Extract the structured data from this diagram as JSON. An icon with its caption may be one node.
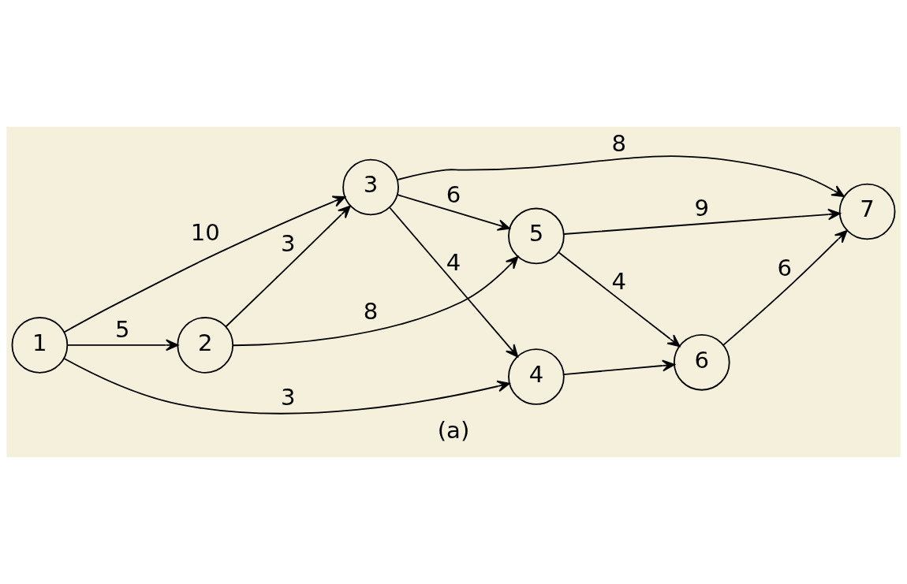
{
  "diagram": {
    "caption": "(a)",
    "nodes": [
      {
        "text": [
          "1"
        ]
      },
      {
        "text": [
          "2"
        ]
      },
      {
        "text": [
          "3"
        ]
      },
      {
        "text": [
          "4"
        ]
      },
      {
        "text": [
          "5"
        ]
      },
      {
        "text": [
          "6"
        ]
      },
      {
        "text": [
          "7"
        ]
      }
    ],
    "edges": [
      {
        "from": 0,
        "to": 1,
        "arrow": "to",
        "label": "5"
      },
      {
        "from": 1,
        "to": 4,
        "arrow": "to",
        "label": "8"
      },
      {
        "from": 1,
        "to": 2,
        "arrow": "to",
        "label": "3"
      },
      {
        "from": 0,
        "to": 2,
        "arrow": "to",
        "label": "10"
      },
      {
        "from": 2,
        "to": 4,
        "arrow": "to",
        "label": "6"
      },
      {
        "from": 4,
        "to": 6,
        "arrow": "to",
        "label": "9"
      },
      {
        "from": 4,
        "to": 5,
        "arrow": "to",
        "label": "4"
      },
      {
        "from": 2,
        "to": 6,
        "arrow": "to",
        "label": "8"
      },
      {
        "from": 0,
        "to": 3,
        "arrow": "to",
        "label": "3"
      },
      {
        "from": 2,
        "to": 3,
        "arrow": "to",
        "label": "4"
      },
      {
        "from": 3,
        "to": 5,
        "arrow": "to"
      },
      {
        "from": 5,
        "to": 6,
        "arrow": "to",
        "label": "6"
      }
    ]
  }
}
